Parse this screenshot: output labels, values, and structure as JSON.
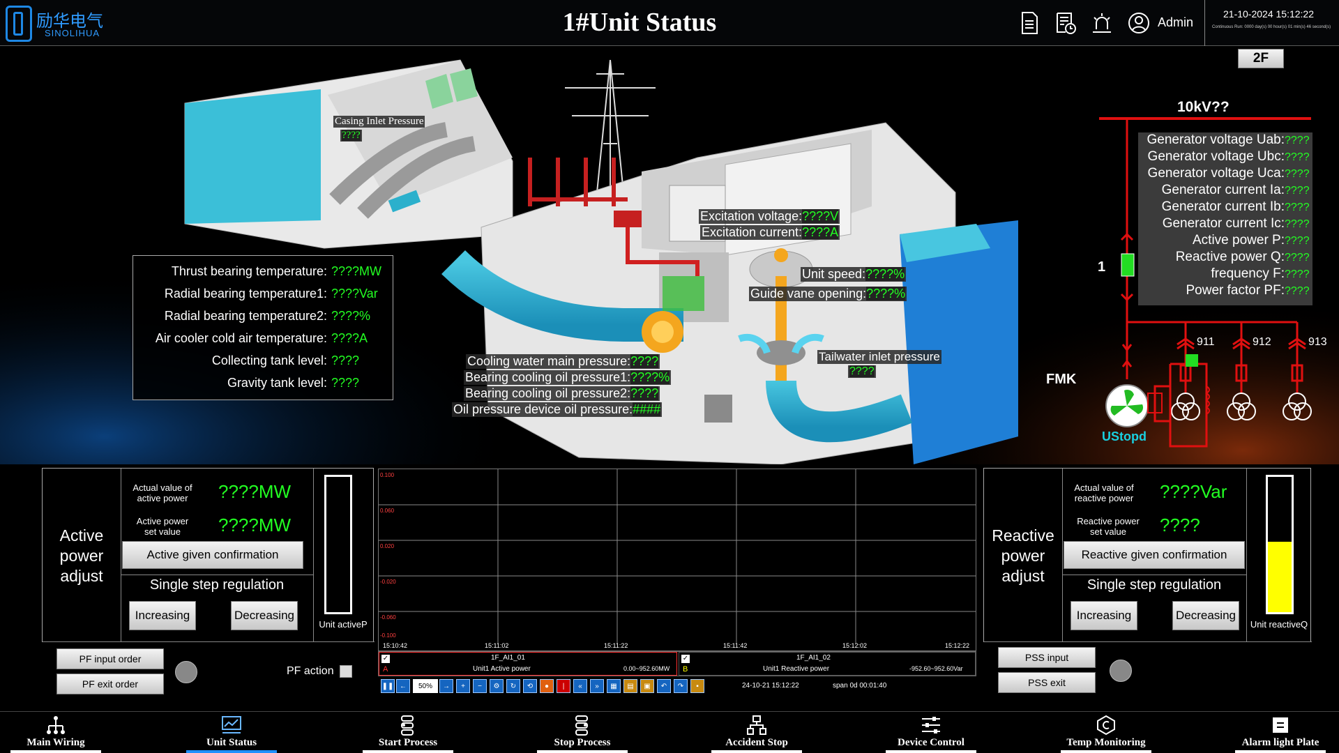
{
  "header": {
    "logo_cn": "励华电气",
    "logo_en": "SINOLIHUA",
    "title": "1#Unit Status",
    "user": "Admin",
    "datetime": "21-10-2024 15:12:22",
    "run_info": "Continuous Run: 0000 day(s) 00 hour(s) 01 min(s) 46 second(s)",
    "floor_button": "2F"
  },
  "scene": {
    "casing_label": "Casing Inlet Pressure",
    "casing_value": "????",
    "excitation": [
      {
        "label": "Excitation voltage:",
        "value": "????V"
      },
      {
        "label": "Excitation current:",
        "value": "????A"
      }
    ],
    "speed": [
      {
        "label": "Unit speed:",
        "value": "????%"
      },
      {
        "label": "Guide vane opening:",
        "value": "????%"
      }
    ],
    "pressures": [
      {
        "label": "Cooling water main pressure:",
        "value": "????"
      },
      {
        "label": "Bearing cooling oil pressure1:",
        "value": "????%"
      },
      {
        "label": "Bearing cooling oil pressure2:",
        "value": "????"
      },
      {
        "label": "Oil pressure device oil pressure:",
        "value": "####"
      }
    ],
    "tailwater_label": "Tailwater inlet pressure",
    "tailwater_value": "????"
  },
  "bearing": [
    {
      "label": "Thrust bearing temperature:",
      "value": "????MW"
    },
    {
      "label": "Radial bearing temperature1:",
      "value": "????Var"
    },
    {
      "label": "Radial bearing temperature2:",
      "value": "????%"
    },
    {
      "label": "Air cooler cold air temperature:",
      "value": "????A"
    },
    {
      "label": "Collecting tank level:",
      "value": "????"
    },
    {
      "label": "Gravity tank level:",
      "value": "????"
    }
  ],
  "electrical": {
    "bus_label": "10kV??",
    "rows": [
      {
        "label": "Generator voltage Uab:",
        "value": "????"
      },
      {
        "label": "Generator voltage Ubc:",
        "value": "????"
      },
      {
        "label": "Generator voltage Uca:",
        "value": "????"
      },
      {
        "label": "Generator current Ia:",
        "value": "????"
      },
      {
        "label": "Generator current Ib:",
        "value": "????"
      },
      {
        "label": "Generator current Ic:",
        "value": "????"
      },
      {
        "label": "Active power P:",
        "value": "????"
      },
      {
        "label": "Reactive power Q:",
        "value": "????"
      },
      {
        "label": "frequency F:",
        "value": "????"
      },
      {
        "label": "Power factor PF:",
        "value": "????"
      }
    ],
    "breaker_label": "1",
    "fmk_label": "FMK",
    "feeders": [
      "911",
      "912",
      "913"
    ],
    "unit_state": "UStopd",
    "colors": {
      "bus": "#e01010",
      "breaker_on": "#22dd22",
      "state_text": "#19d0e0"
    }
  },
  "active": {
    "title_lines": [
      "Active",
      "power",
      "adjust"
    ],
    "actual_label": [
      "Actual value of",
      "active power"
    ],
    "actual_value": "????MW",
    "set_label": [
      "Active power",
      "set value"
    ],
    "set_value": "????MW",
    "confirm_button": "Active given confirmation",
    "step_label": "Single step regulation",
    "inc_button": "Increasing",
    "dec_button": "Decreasing",
    "bar_label": "Unit activeP",
    "bar_level": 0,
    "pf_input": "PF input order",
    "pf_exit": "PF exit order",
    "pf_action": "PF action"
  },
  "reactive": {
    "title_lines": [
      "Reactive",
      "power",
      "adjust"
    ],
    "actual_label": [
      "Actual value of",
      "reactive power"
    ],
    "actual_value": "????Var",
    "set_label": [
      "Reactive power",
      "set value"
    ],
    "set_value": "????",
    "confirm_button": "Reactive given confirmation",
    "step_label": "Single step regulation",
    "inc_button": "Increasing",
    "dec_button": "Decreasing",
    "bar_label": "Unit reactiveQ",
    "bar_level": 0.52,
    "bar_color": "#ffff00",
    "pss_input": "PSS input",
    "pss_exit": "PSS exit"
  },
  "trend": {
    "y_ticks": [
      "0.100",
      "0.060",
      "0.020",
      "-0.020",
      "-0.060",
      "-0.100"
    ],
    "x_ticks": [
      "15:10:42",
      "15:11:02",
      "15:11:22",
      "15:11:42",
      "15:12:02",
      "15:12:22"
    ],
    "series": [
      {
        "marker": "A",
        "tag": "1F_AI1_01",
        "name": "Unit1 Active power",
        "range": "0.00~952.60MW",
        "color": "#ff3030"
      },
      {
        "marker": "B",
        "tag": "1F_AI1_02",
        "name": "Unit1 Reactive power",
        "range": "-952.60~952.60Var",
        "color": "#ffff00"
      }
    ],
    "zoom": "50%",
    "time": "24-10-21 15:12:22",
    "span": "span 0d 00:01:40"
  },
  "nav": [
    {
      "label": "Main Wiring",
      "icon": "wiring-icon"
    },
    {
      "label": "Unit Status",
      "icon": "chart-icon"
    },
    {
      "label": "Start Process",
      "icon": "start-process-icon"
    },
    {
      "label": "Stop Process",
      "icon": "stop-process-icon"
    },
    {
      "label": "Accident Stop",
      "icon": "accident-stop-icon"
    },
    {
      "label": "Device Control",
      "icon": "sliders-icon"
    },
    {
      "label": "Temp Monitoring",
      "icon": "temperature-icon"
    },
    {
      "label": "Alarm light Plate",
      "icon": "alarm-plate-icon"
    }
  ],
  "nav_active": "Unit Status"
}
